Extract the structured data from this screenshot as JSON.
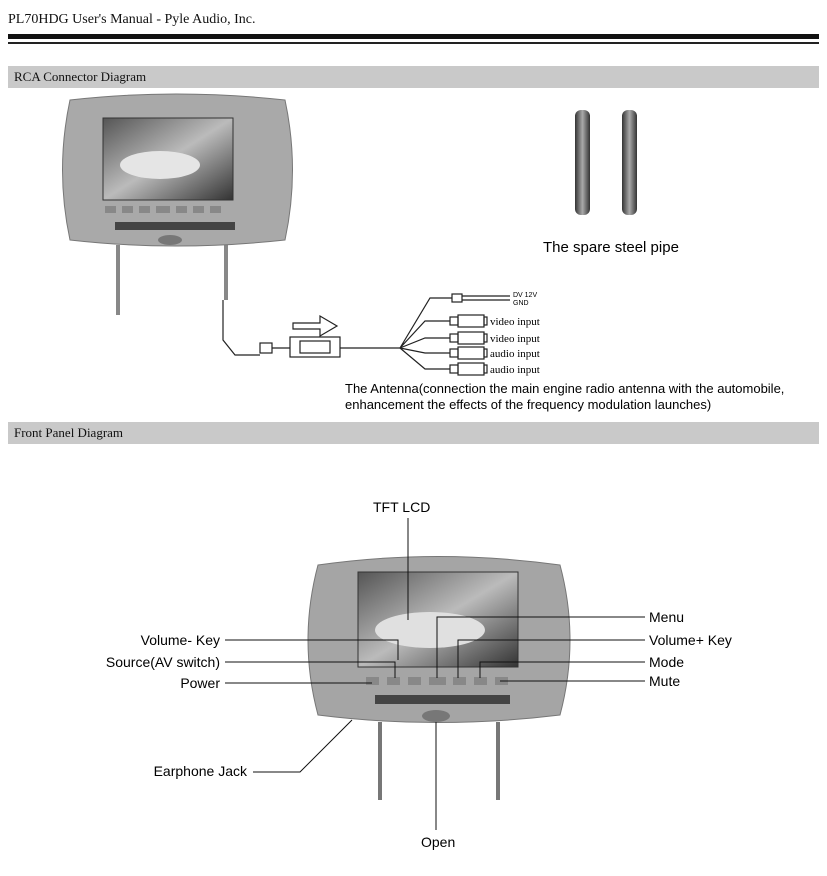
{
  "header": {
    "title": "PL70HDG User's Manual - Pyle Audio, Inc."
  },
  "sections": [
    {
      "title": "RCA Connector Diagram"
    },
    {
      "title": "Front Panel Diagram"
    }
  ],
  "rca": {
    "pipe_caption": "The spare steel pipe",
    "power_labels": [
      "DV 12V",
      "GND"
    ],
    "inputs": [
      "video input",
      "video input",
      "audio input",
      "audio input"
    ],
    "antenna_note": [
      "The Antenna(connection the main engine radio antenna with the automobile,",
      "enhancement the effects of the frequency modulation launches)"
    ]
  },
  "front_panel": {
    "tft_lcd": "TFT LCD",
    "left_labels": [
      "Volume- Key",
      "Source(AV switch)",
      "Power",
      "Earphone Jack"
    ],
    "right_labels": [
      "Menu",
      "Volume+ Key",
      "Mode",
      "Mute"
    ],
    "bottom_label": "Open"
  }
}
